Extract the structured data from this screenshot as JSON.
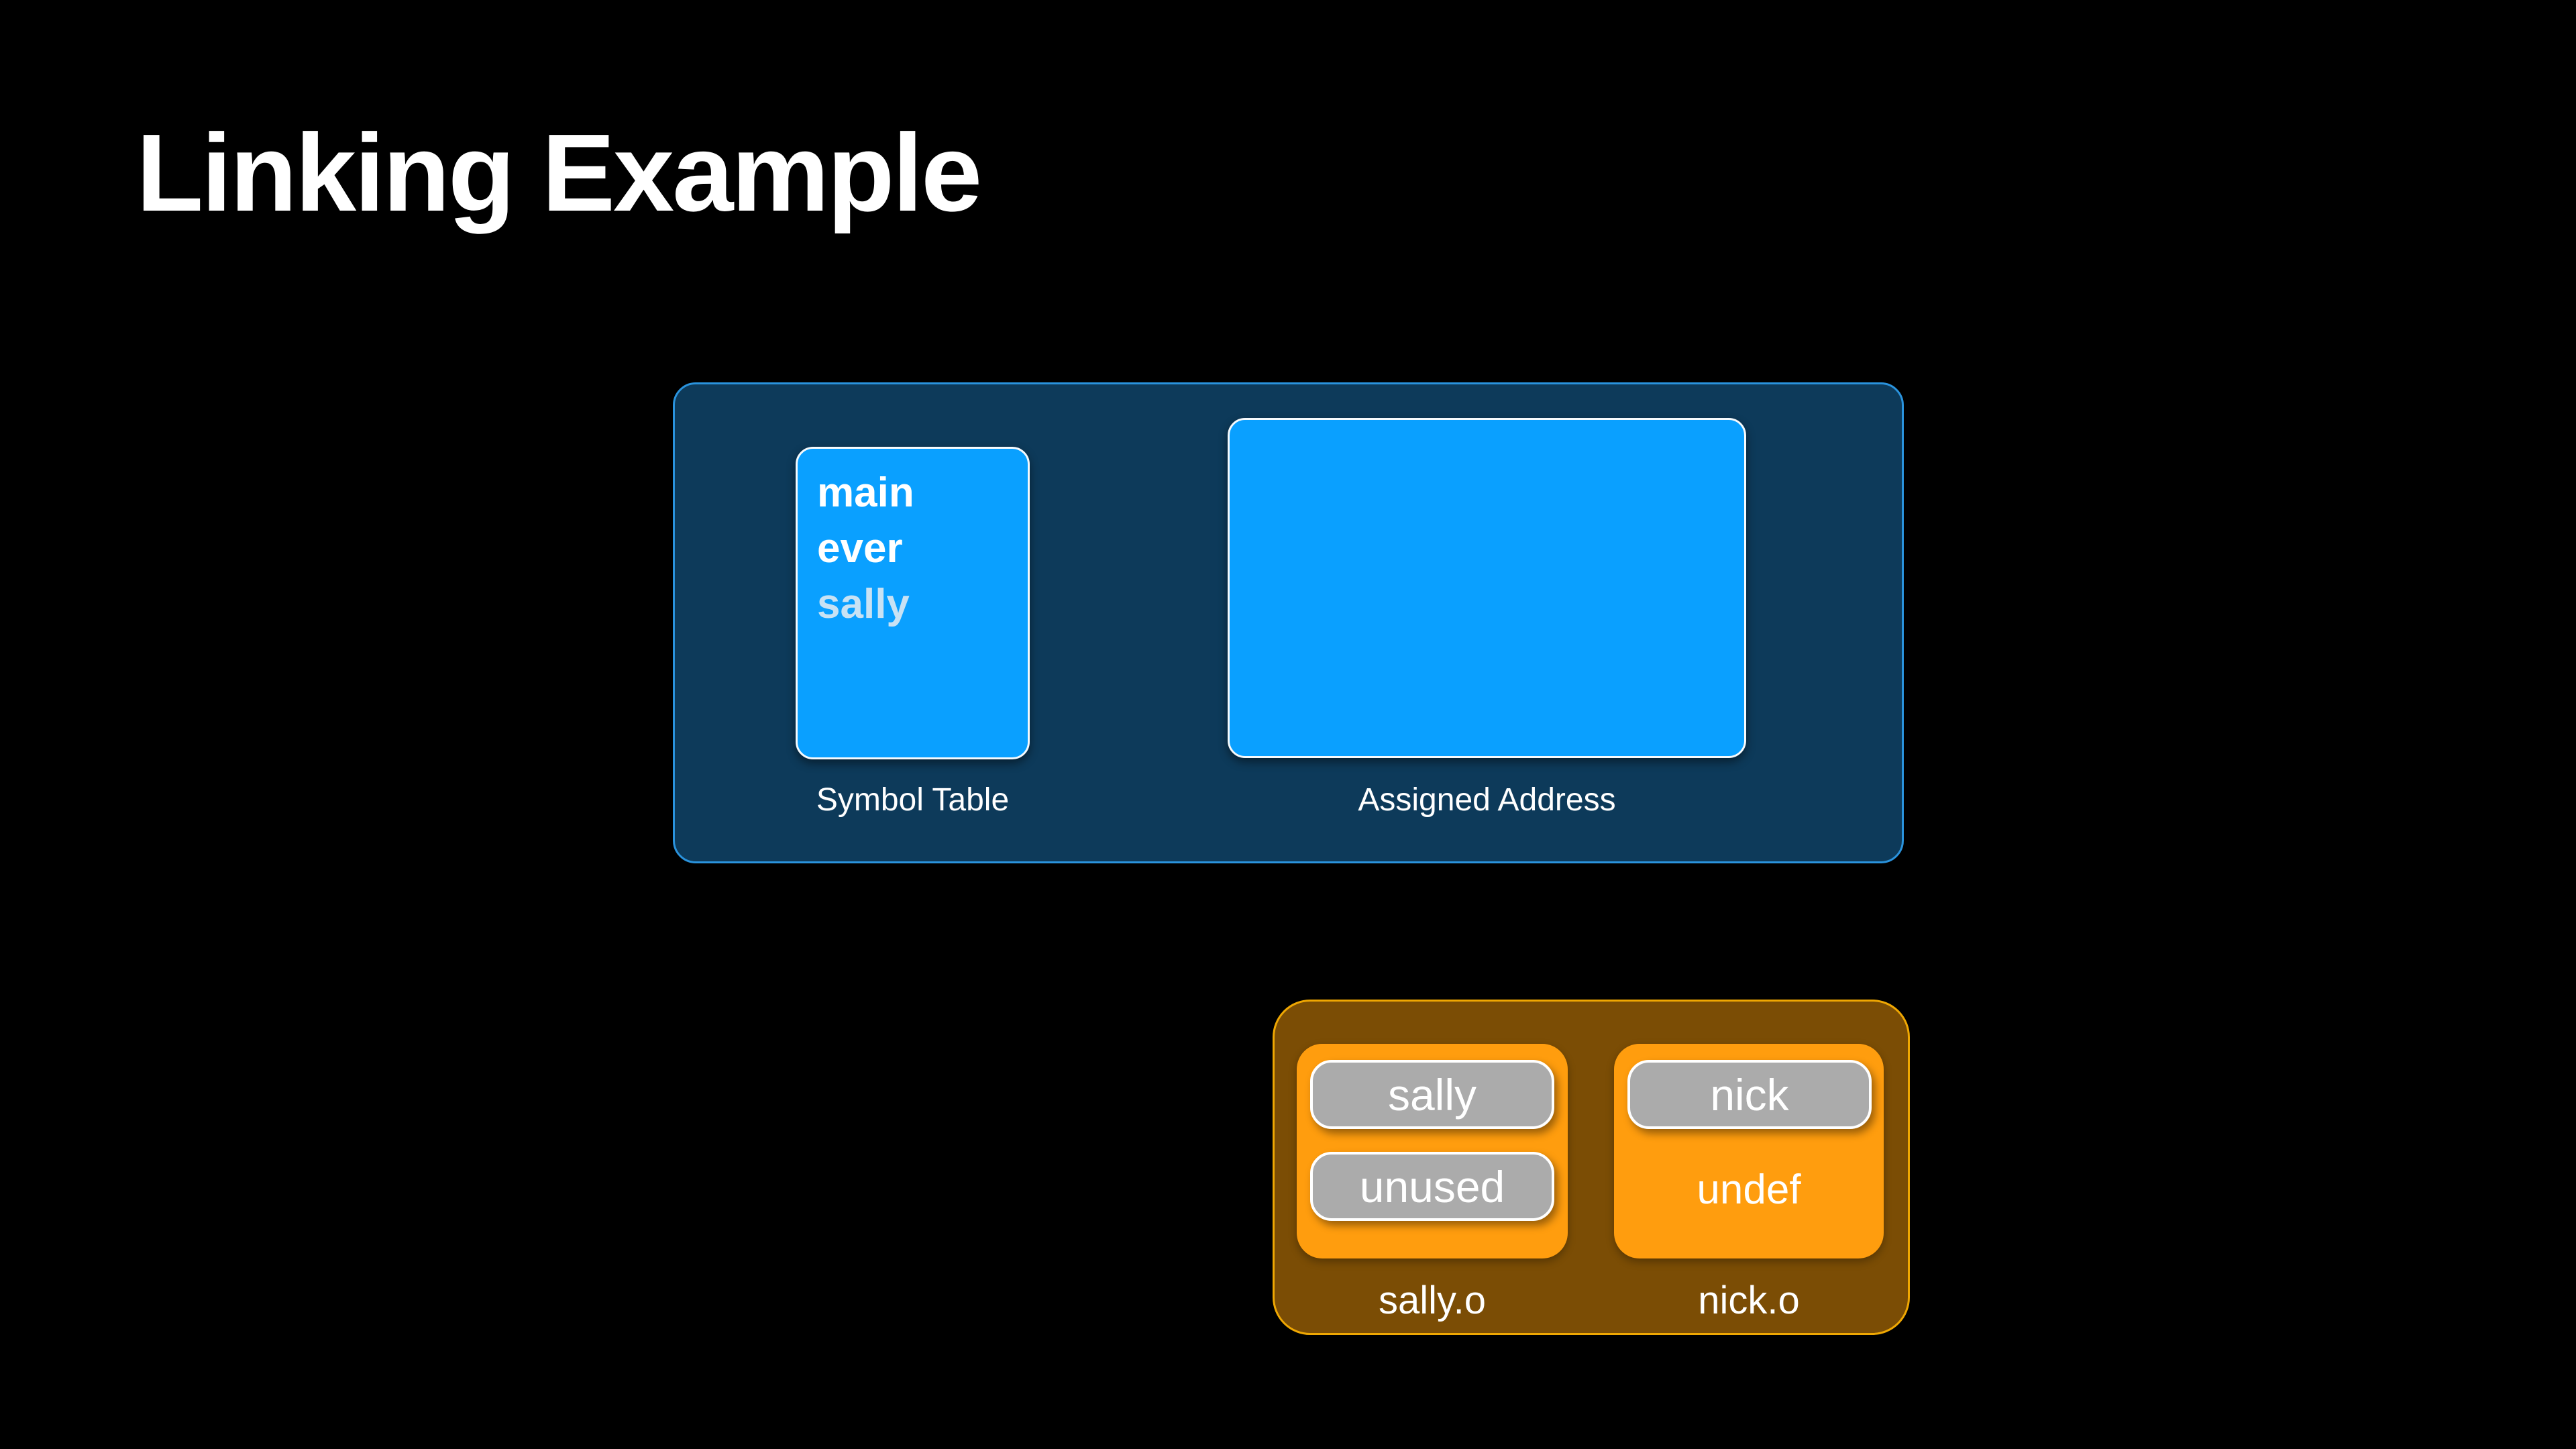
{
  "slide": {
    "title": "Linking Example"
  },
  "linker_group": {
    "symbol_table": {
      "entries": [
        "main",
        "ever",
        "sally"
      ],
      "caption": "Symbol Table"
    },
    "assigned_address": {
      "caption": "Assigned Address"
    }
  },
  "object_files": {
    "modules": [
      {
        "caption": "sally.o",
        "pills": [
          "sally",
          "unused"
        ]
      },
      {
        "caption": "nick.o",
        "pills": [
          "nick"
        ],
        "plain": [
          "undef"
        ]
      }
    ]
  },
  "colors": {
    "background": "#000000",
    "title_text": "#ffffff",
    "linker_container_bg": "#0d3a5a",
    "linker_container_border": "#2a93dd",
    "azure_box_bg": "#0aa0ff",
    "azure_box_border": "#f5fafd",
    "symbol_entry_default": "#ffffff",
    "symbol_entry_sally_tint": "#c8e2f4",
    "objects_container_bg": "#7b4d05",
    "objects_container_border": "#efa702",
    "module_bg": "#ff9d0e",
    "pill_bg": "#ababab",
    "pill_border": "#ffffff",
    "label_text": "#ffffff"
  }
}
